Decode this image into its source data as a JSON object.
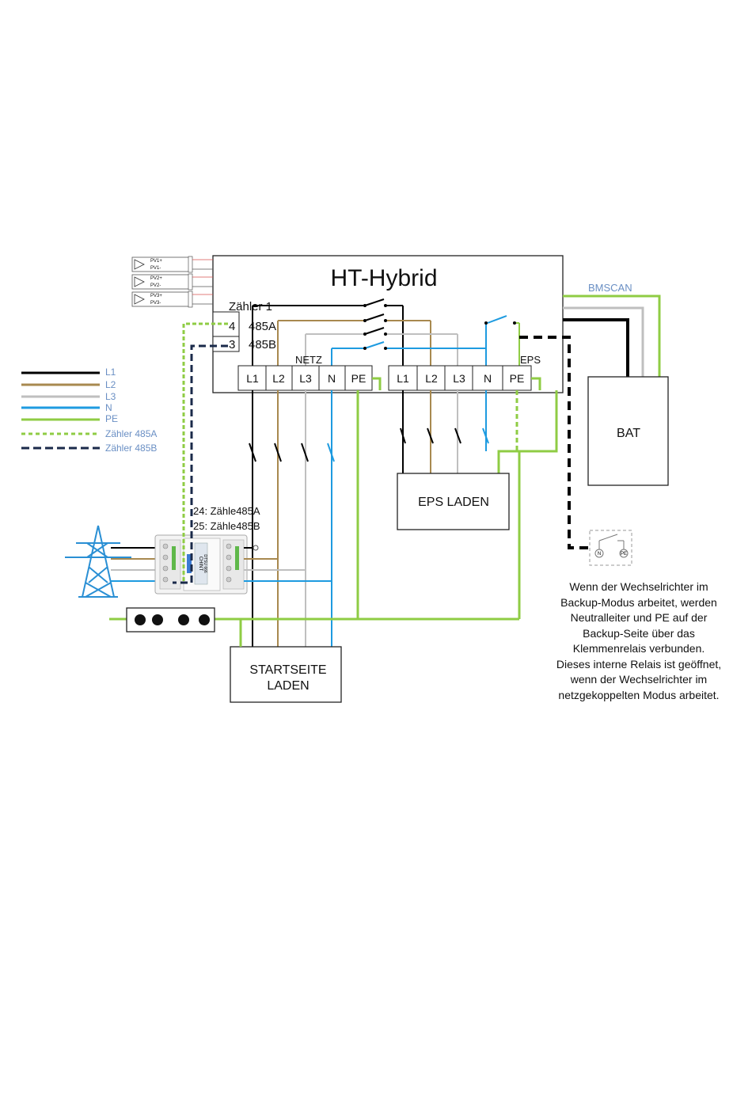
{
  "inverter": {
    "title": "HT-Hybrid"
  },
  "pv_inputs": [
    {
      "pos": "PV1+",
      "neg": "PV1-"
    },
    {
      "pos": "PV2+",
      "neg": "PV2-"
    },
    {
      "pos": "PV3+",
      "neg": "PV3-"
    }
  ],
  "meter_port": {
    "title": "Zähler 1",
    "pins": [
      {
        "num": "4",
        "label": "485A"
      },
      {
        "num": "3",
        "label": "485B"
      }
    ]
  },
  "netz": {
    "label": "NETZ",
    "terminals": [
      "L1",
      "L2",
      "L3",
      "N",
      "PE"
    ]
  },
  "eps": {
    "label": "EPS",
    "terminals": [
      "L1",
      "L2",
      "L3",
      "N",
      "PE"
    ]
  },
  "bms_label": "BMSCAN",
  "battery_label": "BAT",
  "eps_load_label": "EPS LADEN",
  "home_load_lines": [
    "STARTSEITE",
    "LADEN"
  ],
  "meter_labels": [
    "24: Zähle485A",
    "25:  Zähle485B"
  ],
  "meter_device_text": [
    "CHINT",
    "DTSU 666"
  ],
  "legend": [
    {
      "label": "L1",
      "color": "#000000",
      "dash": false
    },
    {
      "label": "L2",
      "color": "#a8894f",
      "dash": false
    },
    {
      "label": "L3",
      "color": "#bfbfbf",
      "dash": false
    },
    {
      "label": "N",
      "color": "#1e9be0",
      "dash": false
    },
    {
      "label": "PE",
      "color": "#8fcc44",
      "dash": false
    },
    {
      "label": "Zähler 485A",
      "color": "#8fcc44",
      "dash": true
    },
    {
      "label": "Zähler 485B",
      "color": "#1a2a4a",
      "dash": true
    }
  ],
  "relay_labels": [
    "N",
    "PE"
  ],
  "note_lines": [
    "Wenn der Wechselrichter im",
    "Backup-Modus arbeitet, werden",
    "Neutralleiter und PE auf der",
    "Backup-Seite über das",
    "Klemmenrelais verbunden.",
    "Dieses interne Relais ist geöffnet,",
    "wenn der Wechselrichter im",
    "netzgekoppelten Modus arbeitet."
  ],
  "colors": {
    "L1": "#000000",
    "L2": "#a8894f",
    "L3": "#bfbfbf",
    "N": "#1e9be0",
    "PE": "#8fcc44",
    "rs485a": "#8fcc44",
    "rs485b": "#1a2a4a",
    "pv_red": "#d9534f"
  }
}
